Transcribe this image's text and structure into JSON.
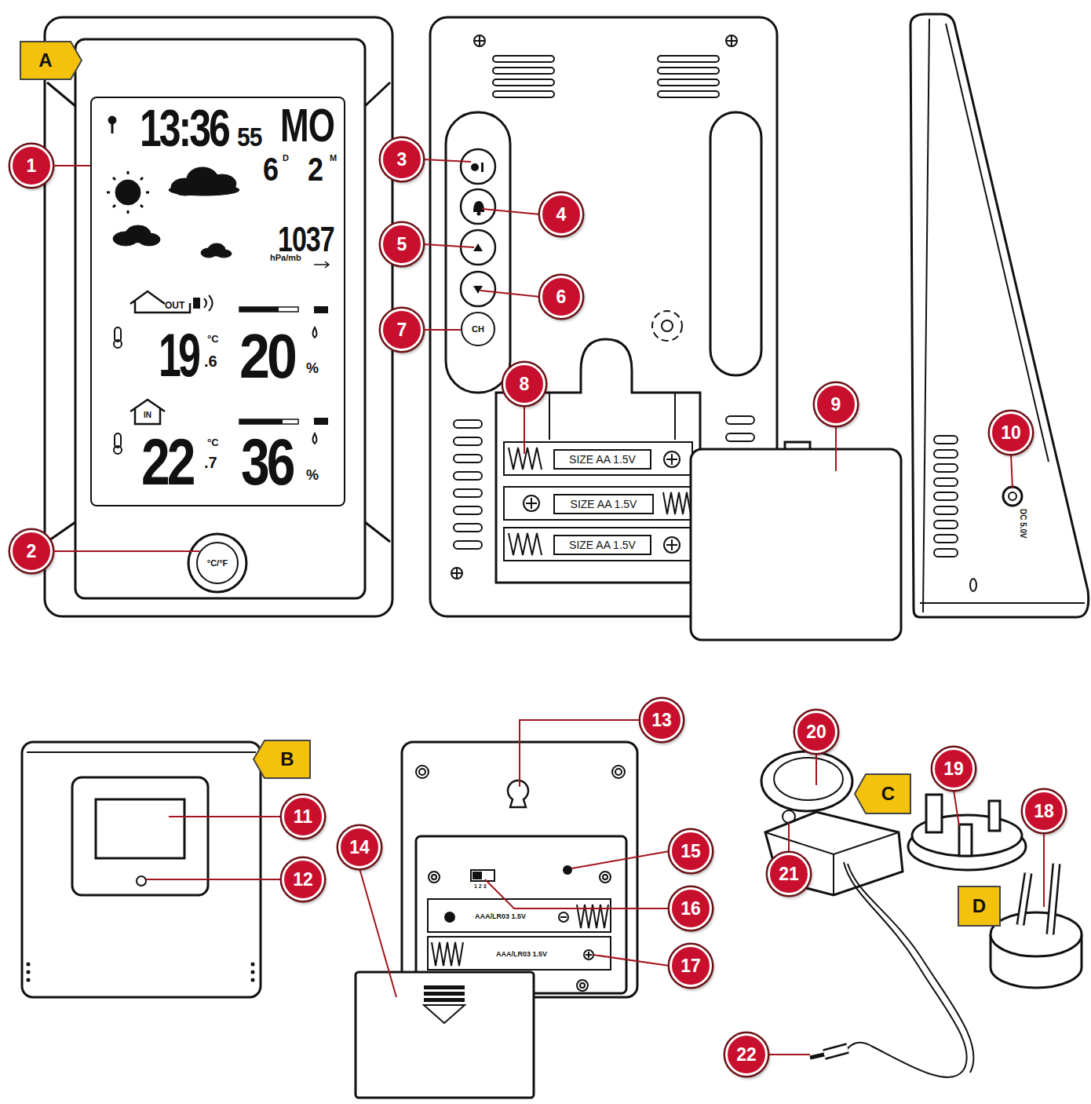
{
  "diagram": {
    "nodes": [
      {
        "text": [
          "A"
        ]
      },
      {
        "text": [
          "13:36",
          "55",
          "MO",
          "6",
          "D",
          "2",
          "M",
          "1037",
          "hPa/mb",
          "OUT",
          "19",
          "°C",
          ".6",
          "20",
          "%",
          "IN",
          "22",
          "°C",
          ".7",
          "36",
          "%"
        ]
      },
      {
        "text": [
          "1"
        ]
      },
      {
        "text": [
          "3"
        ]
      },
      {
        "text": [
          "4"
        ]
      },
      {
        "text": [
          "5"
        ]
      },
      {
        "text": [
          "6"
        ]
      },
      {
        "text": [
          "7"
        ]
      },
      {
        "text": [
          "CH"
        ]
      },
      {
        "text": [
          "8"
        ]
      },
      {
        "text": [
          "9"
        ]
      },
      {
        "text": [
          "10"
        ]
      },
      {
        "text": [
          "SIZE AA 1.5V"
        ]
      },
      {
        "text": [
          "SIZE AA 1.5V"
        ]
      },
      {
        "text": [
          "SIZE AA 1.5V"
        ]
      },
      {
        "text": [
          "2"
        ]
      },
      {
        "text": [
          "°C/°F"
        ]
      },
      {
        "text": [
          "B"
        ]
      },
      {
        "text": [
          "13"
        ]
      },
      {
        "text": [
          "20"
        ]
      },
      {
        "text": [
          "11"
        ]
      },
      {
        "text": [
          "14"
        ]
      },
      {
        "text": [
          "15"
        ]
      },
      {
        "text": [
          "C"
        ]
      },
      {
        "text": [
          "19"
        ]
      },
      {
        "text": [
          "18"
        ]
      },
      {
        "text": [
          "16"
        ]
      },
      {
        "text": [
          "21"
        ]
      },
      {
        "text": [
          "12"
        ]
      },
      {
        "text": [
          "D"
        ]
      },
      {
        "text": [
          "17"
        ]
      },
      {
        "text": [
          "22"
        ]
      }
    ],
    "edges": [
      {
        "from": 2,
        "to": 1,
        "arrow": "none"
      },
      {
        "from": 7,
        "to": 8,
        "arrow": "none"
      },
      {
        "from": 15,
        "to": 16,
        "arrow": "none"
      }
    ],
    "labels": [
      "DC 5.0V",
      "AAA/LR03 1.5V",
      "AAA/LR03 1.5V",
      "1 2 3"
    ]
  }
}
